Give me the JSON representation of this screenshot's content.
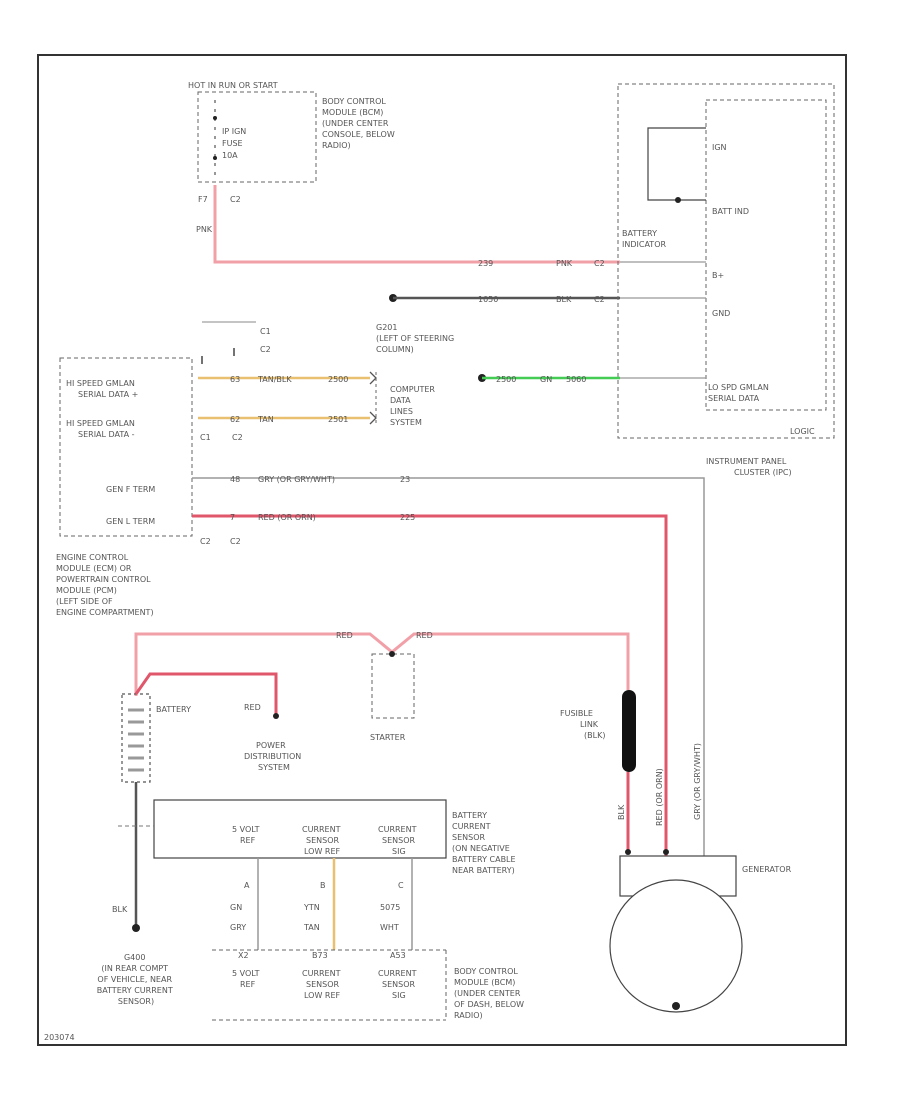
{
  "colors": {
    "red_wire": "#f2a0a8",
    "red_strong": "#e0566a",
    "tan_wire": "#e8c070",
    "green_wire": "#44cc55",
    "gray_wire": "#999999",
    "frame": "#333333"
  },
  "labels": {
    "hot_run_start": "HOT IN RUN OR START",
    "bcm_fuse_1": "IP IGN",
    "bcm_fuse_2": "FUSE",
    "bcm_fuse_3": "10A",
    "bcm_top_title": [
      "BODY CONTROL",
      "MODULE (BCM)",
      "(UNDER CENTER",
      "CONSOLE, BELOW",
      "RADIO)"
    ],
    "bcm_pins_left": "F7",
    "bcm_pins_right": "C2",
    "wire_pnk_1": "PNK",
    "wire_239": "239",
    "wire_pnk_2": "PNK",
    "wire_c2_1": "C2",
    "wire_1050": "1050",
    "wire_blk": "BLK",
    "wire_c2_2": "C2",
    "ipc_ign": "IGN",
    "ipc_bat_ind": "BATT IND",
    "ipc_bplus": "B+",
    "ipc_gnd": "GND",
    "battery_indicator": [
      "BATTERY",
      "INDICATOR"
    ],
    "ipc_lo_spd": [
      "LO SPD GMLAN",
      "SERIAL DATA"
    ],
    "ipc_logic": "LOGIC",
    "ipc_title": [
      "INSTRUMENT PANEL",
      "CLUSTER (IPC)"
    ],
    "c1_label": "C1",
    "c2_label": "C2",
    "g201_title": [
      "G201",
      "(LEFT OF STEERING",
      "COLUMN)"
    ],
    "gmlan_wire_1": "2500",
    "gmlan_wire_2": "GN",
    "gmlan_wire_3": "5060",
    "ecm_hi_1": [
      "HI SPEED GMLAN",
      "SERIAL DATA +"
    ],
    "ecm_hi_2": [
      "HI SPEED GMLAN",
      "SERIAL DATA -"
    ],
    "tan_wire_1_a": "63",
    "tan_wire_1_b": "TAN/BLK",
    "tan_wire_1_c": "2500",
    "tan_wire_2_a": "62",
    "tan_wire_2_b": "TAN",
    "tan_wire_2_c": "2501",
    "cdl_title": [
      "COMPUTER",
      "DATA",
      "LINES",
      "SYSTEM"
    ],
    "ecm_gen_f": "GEN F TERM",
    "ecm_gen_l": "GEN L TERM",
    "gen_f_wire_a": "48",
    "gen_f_wire_b": "GRY (OR GRY/WHT)",
    "gen_f_wire_c": "23",
    "gen_l_wire_a": "7",
    "gen_l_wire_b": "RED (OR ORN)",
    "gen_l_wire_c": "225",
    "ecm_c2_a": "C2",
    "ecm_c2_b": "C2",
    "ecm_title": [
      "ENGINE CONTROL",
      "MODULE (ECM) OR",
      "POWERTRAIN CONTROL",
      "MODULE (PCM)",
      "(LEFT SIDE OF",
      "ENGINE COMPARTMENT)"
    ],
    "red_label_1": "RED",
    "red_label_2": "RED",
    "battery": "BATTERY",
    "red_pds": "RED",
    "pds_title": [
      "POWER",
      "DISTRIBUTION",
      "SYSTEM"
    ],
    "starter": "STARTER",
    "fusible_link": [
      "FUSIBLE",
      "LINK",
      "(BLK)"
    ],
    "gen_wire_blk": "BLK",
    "gen_wire_red": "RED (OR ORN)",
    "gen_wire_gry": "GRY (OR GRY/WHT)",
    "generator": "GENERATOR",
    "sensor_5v": [
      "5 VOLT",
      "REF"
    ],
    "sensor_low": [
      "CURRENT",
      "SENSOR",
      "LOW REF"
    ],
    "sensor_sig": [
      "CURRENT",
      "SENSOR",
      "SIG"
    ],
    "sensor_title": [
      "BATTERY",
      "CURRENT",
      "SENSOR",
      "(ON NEGATIVE",
      "BATTERY CABLE",
      "NEAR BATTERY)"
    ],
    "pin_a": "A",
    "pin_b": "B",
    "pin_c": "C",
    "sw_a_1": "GN",
    "sw_a_2": "GRY",
    "sw_b_1": "YTN",
    "sw_b_2": "TAN",
    "sw_c_1": "5075",
    "sw_c_2": "WHT",
    "bcm_pin_a": "X2",
    "bcm_pin_b": "B73",
    "bcm_pin_c": "A53",
    "bcm_bottom_5v": [
      "5 VOLT",
      "REF"
    ],
    "bcm_bottom_low": [
      "CURRENT",
      "SENSOR",
      "LOW REF"
    ],
    "bcm_bottom_sig": [
      "CURRENT",
      "SENSOR",
      "SIG"
    ],
    "bcm_bottom_title": [
      "BODY CONTROL",
      "MODULE (BCM)",
      "(UNDER CENTER",
      "OF DASH, BELOW",
      "RADIO)"
    ],
    "blk_ground": "BLK",
    "g400_title": [
      "G400",
      "(IN REAR COMPT",
      "OF VEHICLE, NEAR",
      "BATTERY CURRENT",
      "SENSOR)"
    ],
    "corner_code": "203074"
  }
}
